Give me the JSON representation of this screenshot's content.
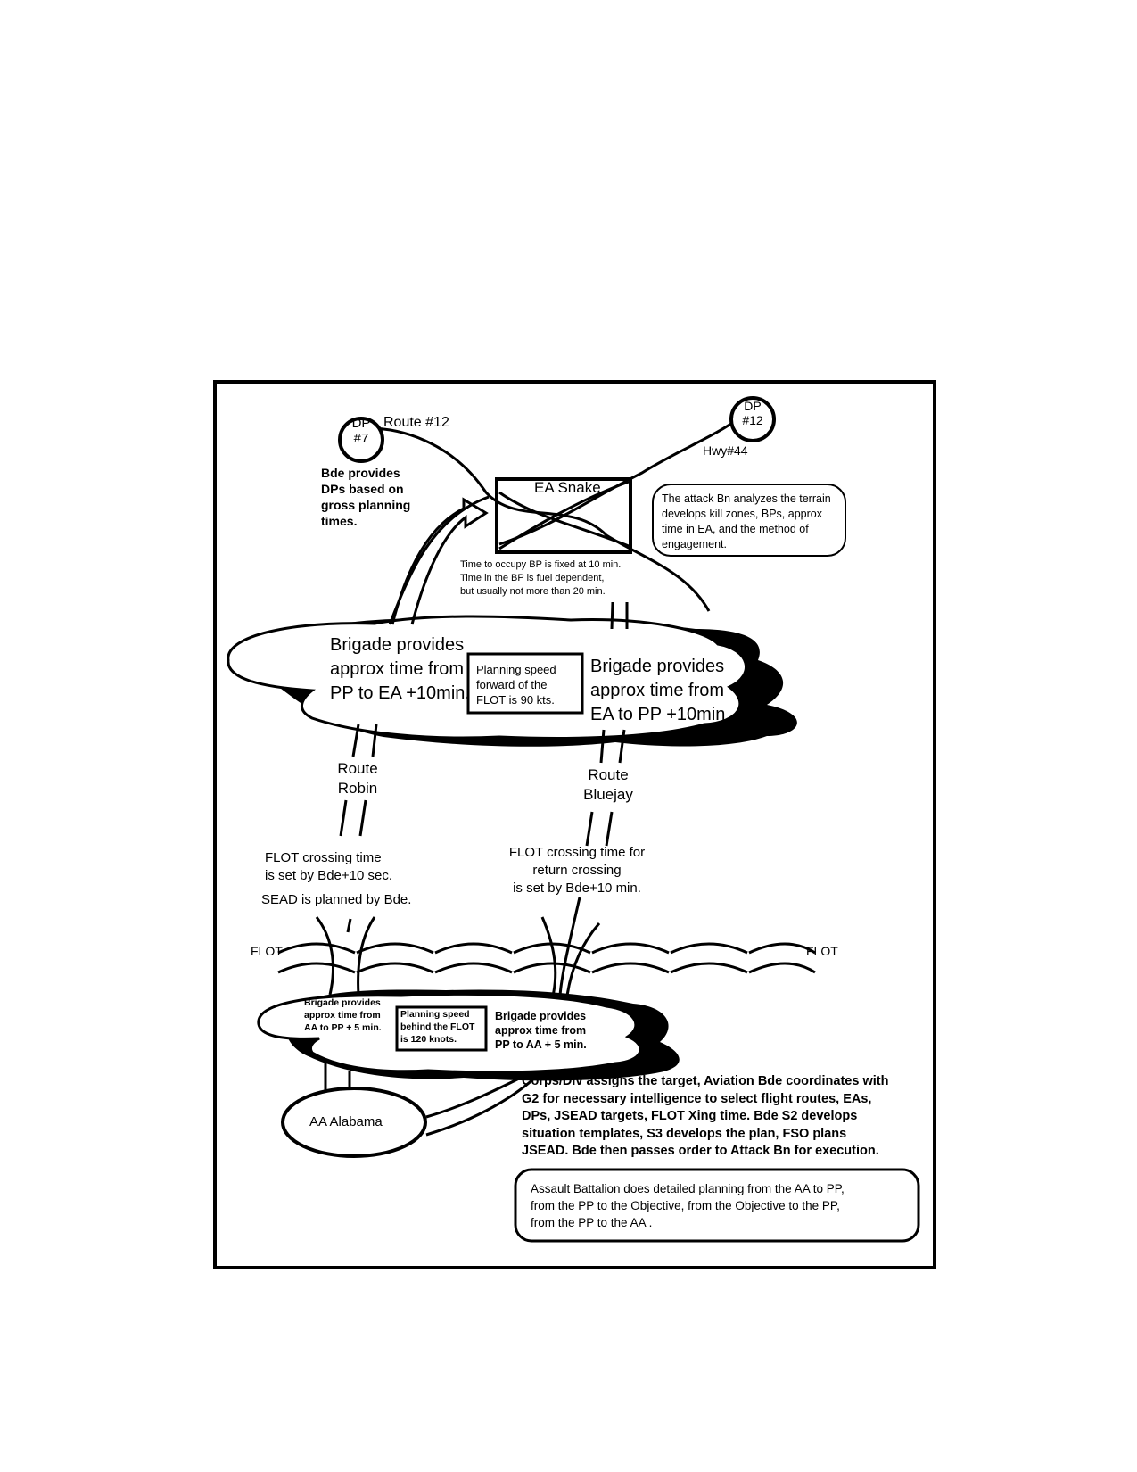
{
  "dp7": {
    "line1": "DP",
    "line2": "#7"
  },
  "dp12": {
    "line1": "DP",
    "line2": "#12"
  },
  "route12": "Route #12",
  "hwy44": "Hwy#44",
  "bde_dps": [
    "Bde provides",
    "DPs based on",
    "gross planning",
    "times."
  ],
  "ea_snake": "EA Snake",
  "attack_bn_note": [
    "The attack Bn analyzes the terrain",
    "develops kill zones, BPs, approx",
    "time in EA, and the method of",
    "engagement."
  ],
  "bp_note": [
    "Time to occupy BP is fixed at 10 min.",
    "Time in the BP is fuel dependent,",
    "but usually not more than 20 min."
  ],
  "upper_cloud": {
    "left": [
      "Brigade provides",
      "approx time from",
      "PP to EA +10min."
    ],
    "box": [
      "Planning speed",
      "forward of the",
      "FLOT is 90  kts."
    ],
    "right": [
      "Brigade provides",
      "approx  time from",
      "EA to PP +10min."
    ]
  },
  "route_robin": [
    "Route",
    "Robin"
  ],
  "route_bluejay": [
    "Route",
    "Bluejay"
  ],
  "flot_left_note": [
    "FLOT  crossing  time",
    "is set by Bde+10  sec."
  ],
  "sead_note": "SEAD is  planned by Bde.",
  "flot_right_note": [
    "FLOT  crossing  time for",
    "return crossing",
    "is  set by Bde+10  min."
  ],
  "flot_label_left": "FLOT",
  "flot_label_right": "FLOT",
  "lower_cloud": {
    "left": [
      "Brigade provides",
      "approx time from",
      "AA to PP + 5 min."
    ],
    "box": [
      "Planning speed",
      "behind the FLOT",
      "is 120 knots."
    ],
    "right": [
      "Brigade provides",
      "approx time from",
      "PP to AA + 5 min."
    ]
  },
  "aa_alabama": "AA Alabama",
  "corps_note": [
    "Corps/Div assigns the target, Aviation Bde coordinates with",
    "G2 for necessary intelligence to select flight routes, EAs,",
    "DPs, JSEAD targets, FLOT Xing time. Bde S2 develops",
    "situation templates, S3 develops the plan, FSO plans",
    "JSEAD. Bde then passes order to Attack Bn for execution."
  ],
  "assault_note": [
    "Assault Battalion does detailed planning from the AA to PP,",
    "from the PP to the Objective, from the Objective to the PP,",
    "from the PP to the AA ."
  ]
}
